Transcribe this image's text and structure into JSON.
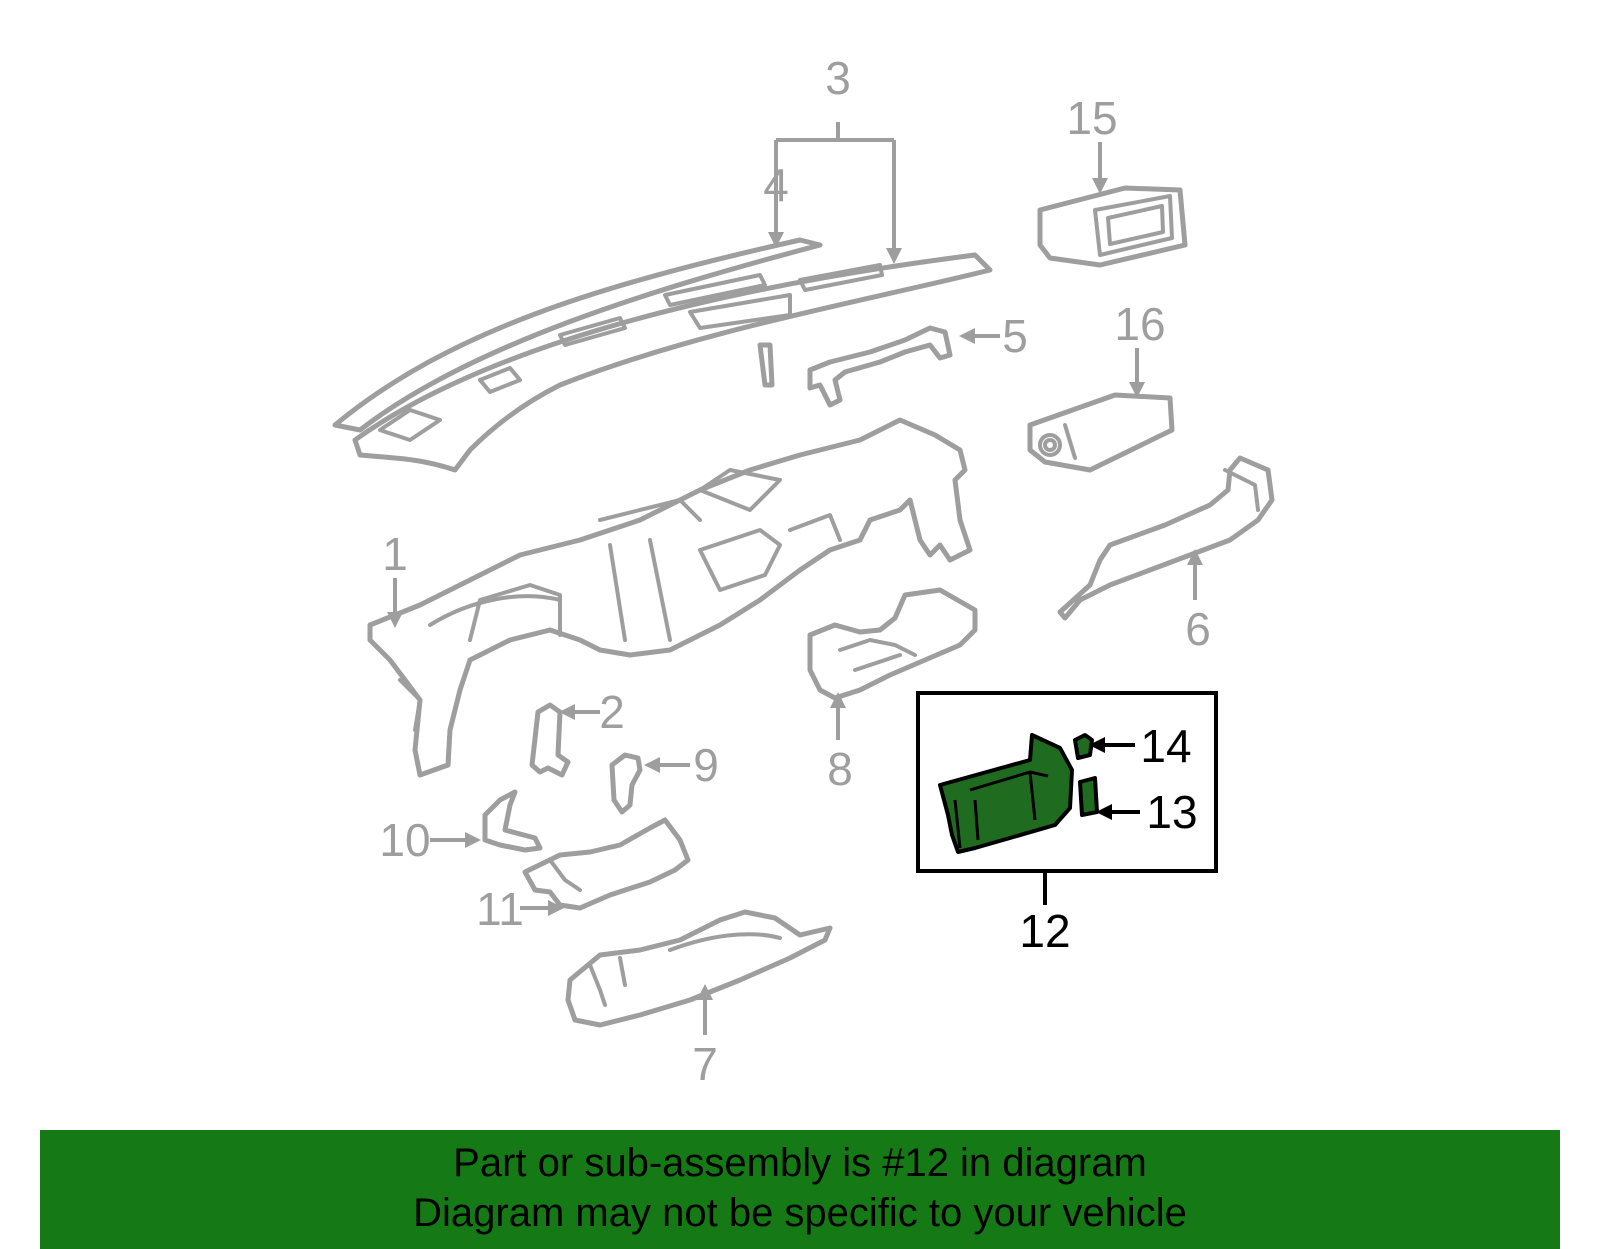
{
  "diagram": {
    "callouts": [
      "1",
      "2",
      "3",
      "4",
      "5",
      "6",
      "7",
      "8",
      "9",
      "10",
      "11",
      "12",
      "13",
      "14",
      "15",
      "16"
    ],
    "highlighted": "12"
  },
  "colors": {
    "line": "#9e9e9e",
    "highlight_part": "#1f6b1f",
    "banner_bg": "#157a15",
    "banner_text": "#000000"
  },
  "banner": {
    "line1": "Part or sub-assembly is #12 in diagram",
    "line2": "Diagram may not be specific to your vehicle"
  }
}
